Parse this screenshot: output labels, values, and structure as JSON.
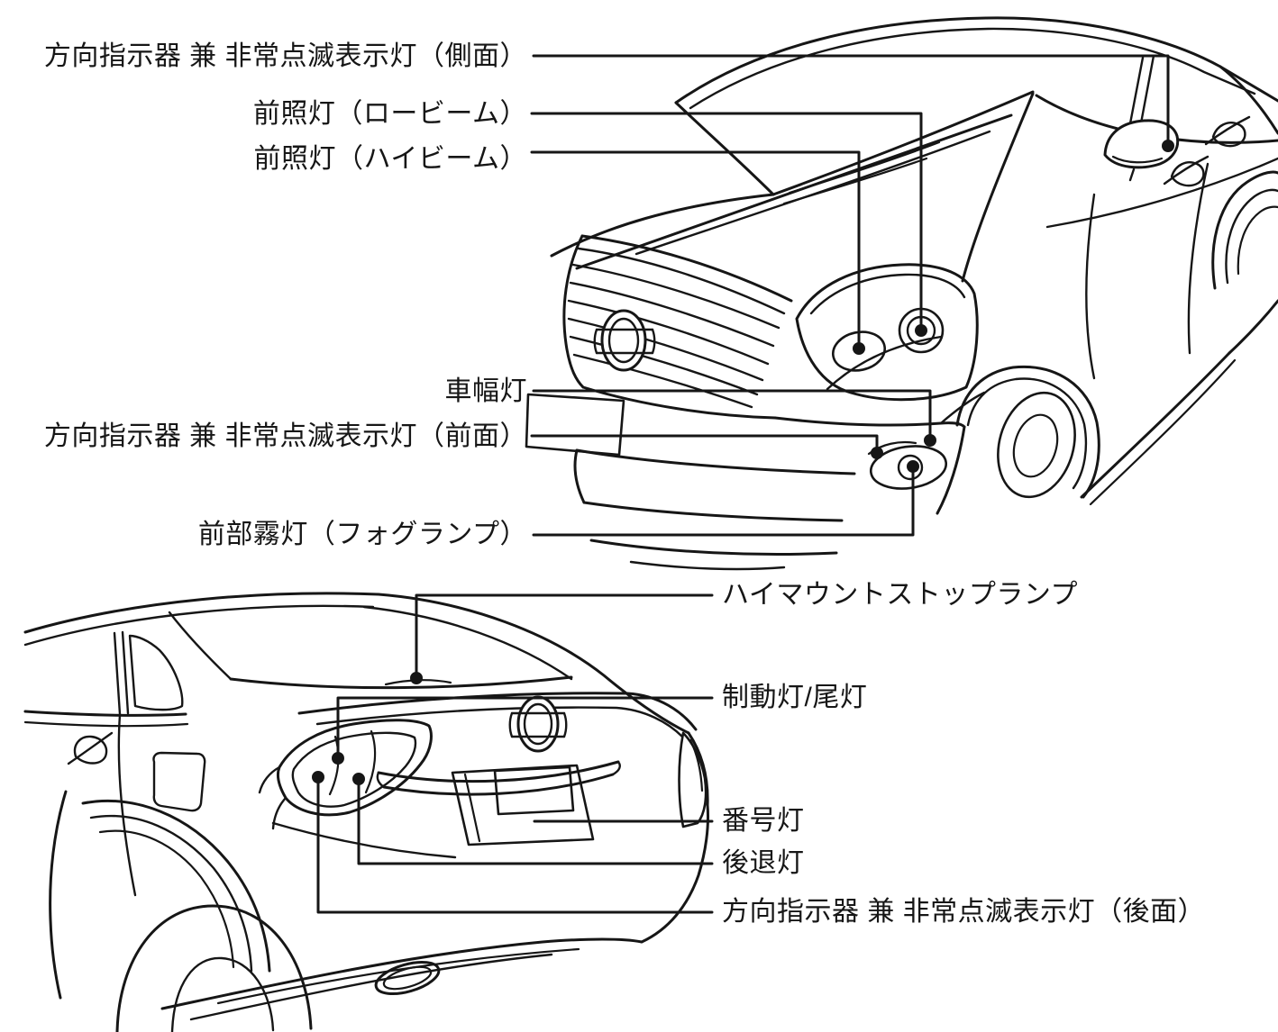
{
  "document": {
    "type": "vehicle exterior lights diagram",
    "background_color": "#ffffff",
    "line_color": "#161616"
  },
  "front_view": {
    "name": "front three-quarter illustration",
    "labels": [
      {
        "id": "side-turn-signal",
        "text": "方向指示器 兼 非常点滅表示灯（側面）"
      },
      {
        "id": "headlight-low-beam",
        "text": "前照灯（ロービーム）"
      },
      {
        "id": "headlight-high-beam",
        "text": "前照灯（ハイビーム）"
      },
      {
        "id": "position-light",
        "text": "車幅灯"
      },
      {
        "id": "front-turn-signal",
        "text": "方向指示器 兼 非常点滅表示灯（前面）"
      },
      {
        "id": "front-fog-lamp",
        "text": "前部霧灯（フォグランプ）"
      }
    ]
  },
  "rear_view": {
    "name": "rear three-quarter illustration",
    "labels": [
      {
        "id": "high-mount-stop-lamp",
        "text": "ハイマウントストップランプ"
      },
      {
        "id": "brake-tail-light",
        "text": "制動灯/尾灯"
      },
      {
        "id": "license-plate-light",
        "text": "番号灯"
      },
      {
        "id": "reverse-light",
        "text": "後退灯"
      },
      {
        "id": "rear-turn-signal",
        "text": "方向指示器 兼 非常点滅表示灯（後面）"
      }
    ]
  }
}
